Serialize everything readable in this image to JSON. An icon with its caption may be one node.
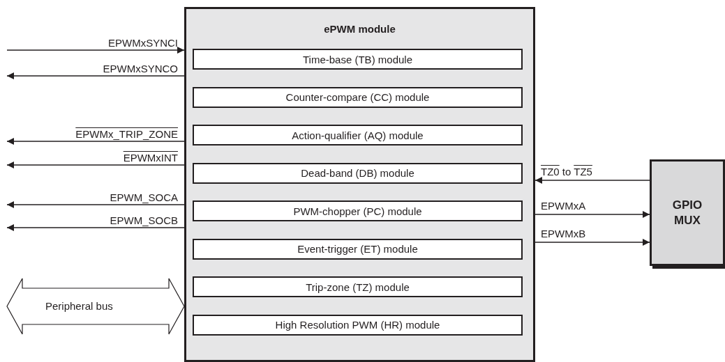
{
  "diagram": {
    "nodes": [
      {
        "text": [
          "ePWM module"
        ]
      },
      {
        "text": [
          "Time-base (TB) module"
        ],
        "in": 0
      },
      {
        "text": [
          "Counter-compare (CC) module"
        ],
        "in": 0
      },
      {
        "text": [
          "Action-qualifier (AQ) module"
        ],
        "in": 0
      },
      {
        "text": [
          "Dead-band (DB) module"
        ],
        "in": 0
      },
      {
        "text": [
          "PWM-chopper (PC) module"
        ],
        "in": 0
      },
      {
        "text": [
          "Event-trigger (ET) module"
        ],
        "in": 0
      },
      {
        "text": [
          "Trip-zone (TZ) module"
        ],
        "in": 0
      },
      {
        "text": [
          "High Resolution PWM (HR) module"
        ],
        "in": 0
      },
      {
        "text": [
          "GPIO MUX"
        ]
      }
    ],
    "edges": [
      {
        "from": null,
        "to": 0,
        "arrow": "to",
        "label": "EPWMxSYNCI"
      },
      {
        "from": 0,
        "to": null,
        "arrow": "to",
        "label": "EPWMxSYNCO"
      },
      {
        "from": 0,
        "to": null,
        "arrow": "to",
        "label": "EPWMx_TRIP_ZONE"
      },
      {
        "from": 0,
        "to": null,
        "arrow": "to",
        "label": "EPWMxINT"
      },
      {
        "from": 0,
        "to": null,
        "arrow": "to",
        "label": "EPWM_SOCA"
      },
      {
        "from": 0,
        "to": null,
        "arrow": "to",
        "label": "EPWM_SOCB"
      },
      {
        "from": null,
        "to": 0,
        "arrow": "both",
        "label": "Peripheral bus",
        "style": "thick"
      },
      {
        "from": 9,
        "to": 0,
        "arrow": "to",
        "label": "TZ0 to TZ5"
      },
      {
        "from": 0,
        "to": 9,
        "arrow": "to",
        "label": "EPWMxA"
      },
      {
        "from": 0,
        "to": 9,
        "arrow": "to",
        "label": "EPWMxB"
      }
    ]
  }
}
